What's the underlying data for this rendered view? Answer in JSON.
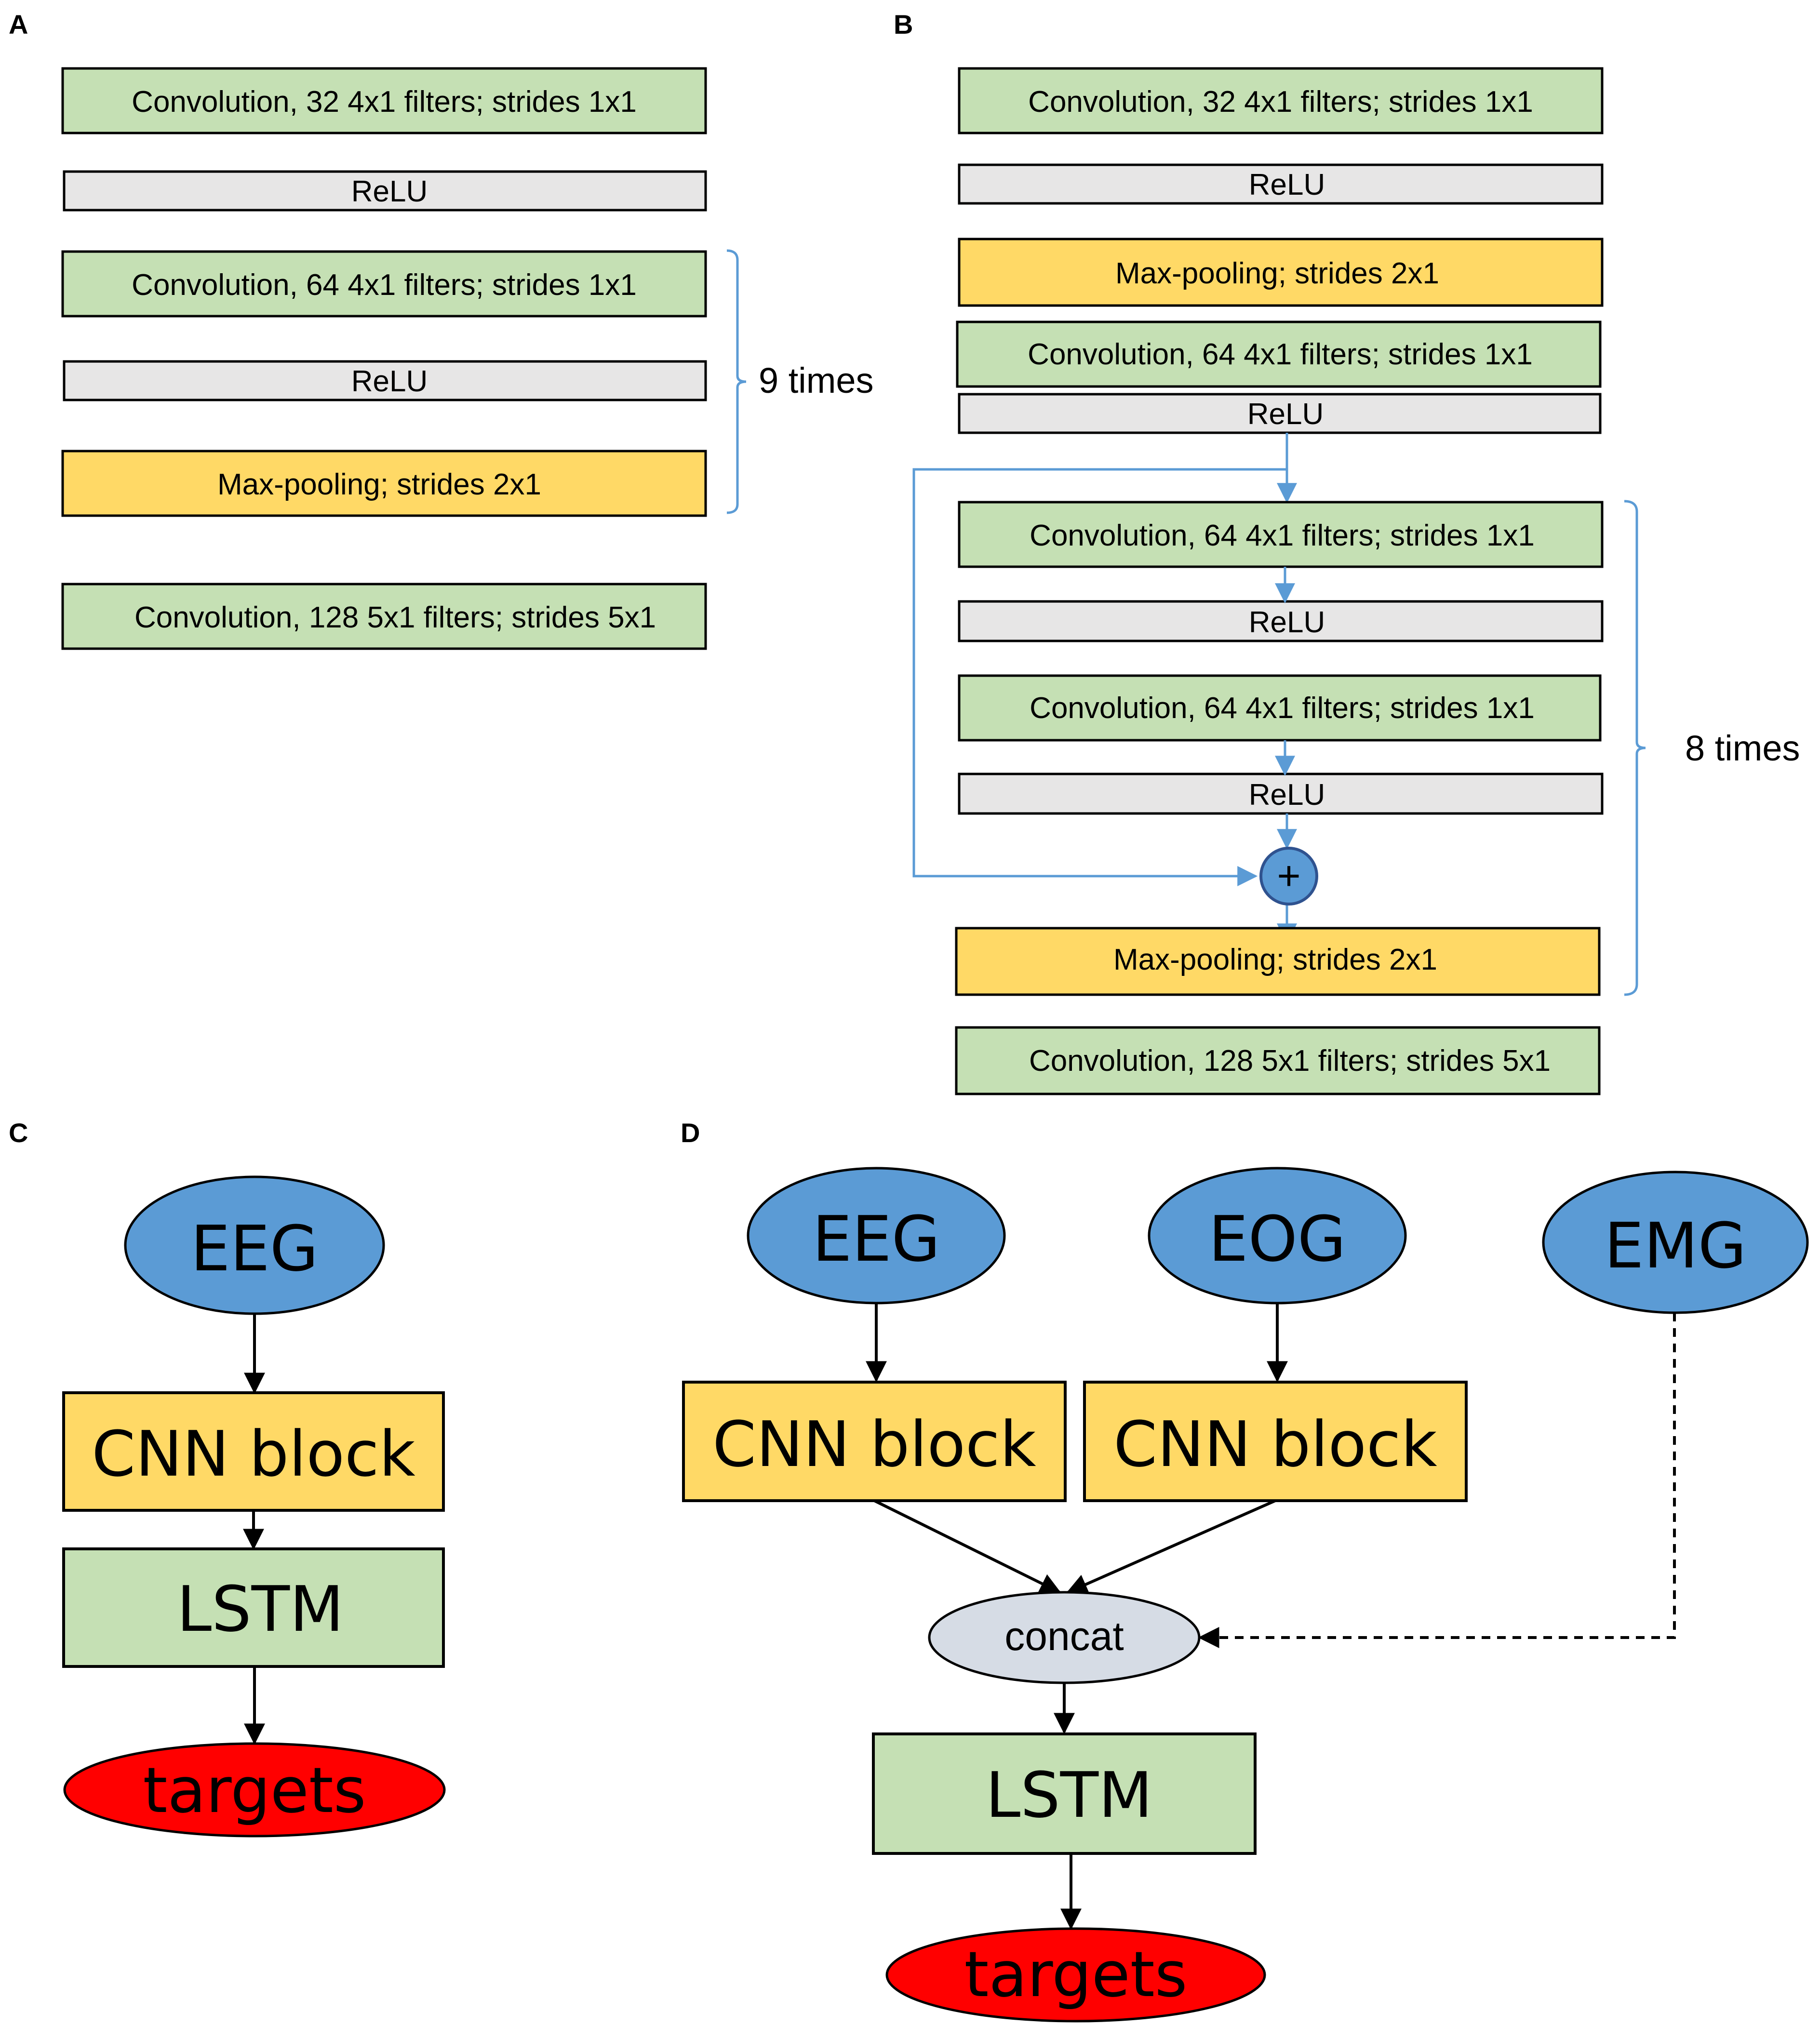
{
  "colors": {
    "conv": "#c5e0b4",
    "relu": "#e7e6e6",
    "pool": "#ffd966",
    "input": "#5b9bd5",
    "concat": "#d6dce5",
    "targets": "#ff0000",
    "skip": "#5b9bd5"
  },
  "panelA": {
    "letter": "A",
    "conv1": "Convolution, 32 4x1 filters; strides 1x1",
    "relu1": "ReLU",
    "conv2": "Convolution, 64 4x1 filters; strides 1x1",
    "relu2": "ReLU",
    "pool": "Max-pooling; strides 2x1",
    "repeat": "9 times",
    "conv3": "Convolution, 128 5x1 filters; strides 5x1"
  },
  "panelB": {
    "letter": "B",
    "conv1": "Convolution, 32 4x1 filters; strides 1x1",
    "relu1": "ReLU",
    "pool1": "Max-pooling; strides 2x1",
    "conv2": "Convolution, 64 4x1 filters; strides 1x1",
    "relu2": "ReLU",
    "conv3": "Convolution, 64 4x1 filters; strides 1x1",
    "relu3": "ReLU",
    "conv4": "Convolution, 64 4x1 filters; strides 1x1",
    "relu4": "ReLU",
    "plus": "+",
    "pool2": "Max-pooling; strides 2x1",
    "repeat": "8 times",
    "conv5": "Convolution, 128 5x1 filters; strides 5x1"
  },
  "panelC": {
    "letter": "C",
    "input": "EEG",
    "cnn": "CNN block",
    "lstm": "LSTM",
    "targets": "targets"
  },
  "panelD": {
    "letter": "D",
    "eeg": "EEG",
    "eog": "EOG",
    "emg": "EMG",
    "cnn1": "CNN block",
    "cnn2": "CNN block",
    "concat": "concat",
    "lstm": "LSTM",
    "targets": "targets"
  }
}
